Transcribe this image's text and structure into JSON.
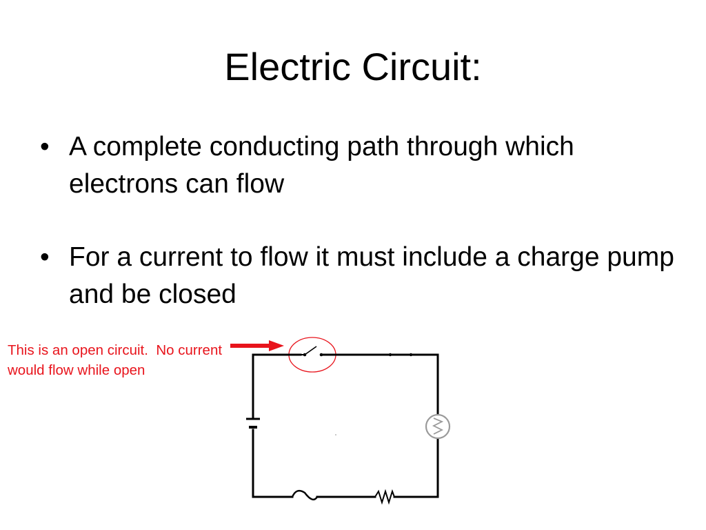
{
  "slide": {
    "title": "Electric Circuit:",
    "bullets": [
      {
        "marker": "•",
        "text": "A complete conducting path through which electrons can flow"
      },
      {
        "marker": "•",
        "text": "For a current to flow it must include a charge pump and be closed"
      }
    ],
    "callout": {
      "text": "This is an open circuit.  No current would flow while open",
      "color": "#e8141c"
    }
  },
  "diagram": {
    "components": [
      "open-switch",
      "battery",
      "lamp",
      "resistor",
      "fuse"
    ],
    "switch_state": "open",
    "highlight_color": "#e8141c",
    "wire_color": "#000000"
  }
}
